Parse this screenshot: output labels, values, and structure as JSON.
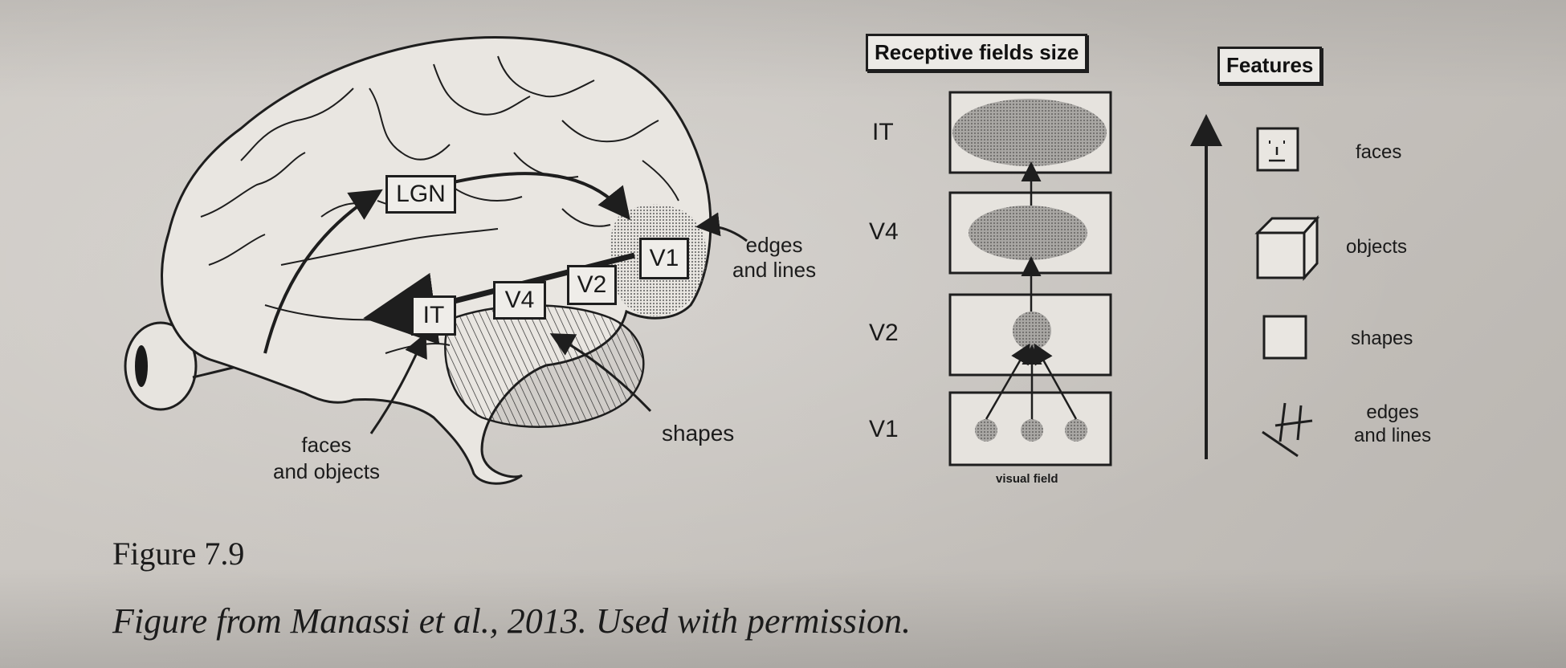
{
  "brain": {
    "areas": {
      "lgn": "LGN",
      "it": "IT",
      "v4": "V4",
      "v2": "V2",
      "v1": "V1"
    },
    "annotations": {
      "edges": "edges\nand lines",
      "shapes": "shapes",
      "faces": "faces\nand objects"
    }
  },
  "receptive": {
    "header": "Receptive fields size",
    "levels": [
      "IT",
      "V4",
      "V2",
      "V1"
    ],
    "visual_field": "visual field"
  },
  "features": {
    "header": "Features",
    "items": [
      {
        "label": "faces",
        "icon": "face-icon"
      },
      {
        "label": "objects",
        "icon": "cube-icon"
      },
      {
        "label": "shapes",
        "icon": "square-icon"
      },
      {
        "label": "edges\nand lines",
        "icon": "edges-lines-icon"
      }
    ]
  },
  "caption": {
    "figure": "Figure 7.9",
    "credit": "Figure from Manassi et al., 2013. Used with permission."
  },
  "colors": {
    "ink": "#1e1e1e",
    "paper": "#cbc7c2",
    "field": "#8c8a88"
  }
}
